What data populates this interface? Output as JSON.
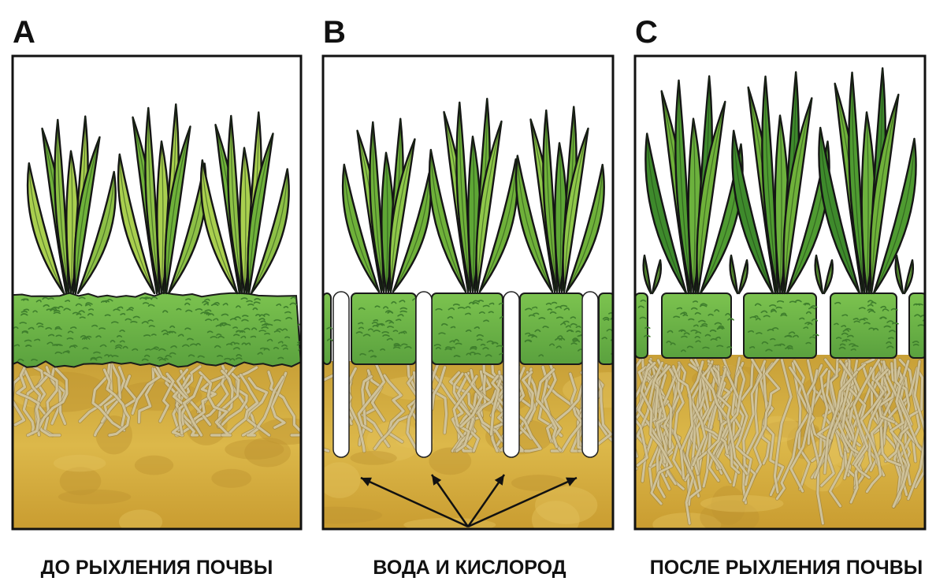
{
  "panels": [
    {
      "id": "A",
      "letter": "A",
      "caption": "ДО РЫХЛЕНИЯ ПОЧВЫ",
      "state": "compacted",
      "aeration_holes": 0,
      "root_density": "low"
    },
    {
      "id": "B",
      "letter": "B",
      "caption": "ВОДА И КИСЛОРОД",
      "state": "aerated",
      "aeration_holes": 4,
      "root_density": "medium"
    },
    {
      "id": "C",
      "letter": "C",
      "caption": "ПОСЛЕ РЫХЛЕНИЯ ПОЧВЫ",
      "state": "recovered",
      "aeration_holes": 0,
      "root_density": "high"
    }
  ],
  "colors": {
    "outline": "#111111",
    "leaf_light": "#a9cf4f",
    "leaf_mid": "#6fb13a",
    "leaf_dark": "#3e8a2c",
    "turf": "#63ad45",
    "turf_dark": "#3f7f2d",
    "soil_light": "#dcb84a",
    "soil_dark": "#b78a2a",
    "root": "#cfc29a",
    "hole": "#ffffff"
  }
}
